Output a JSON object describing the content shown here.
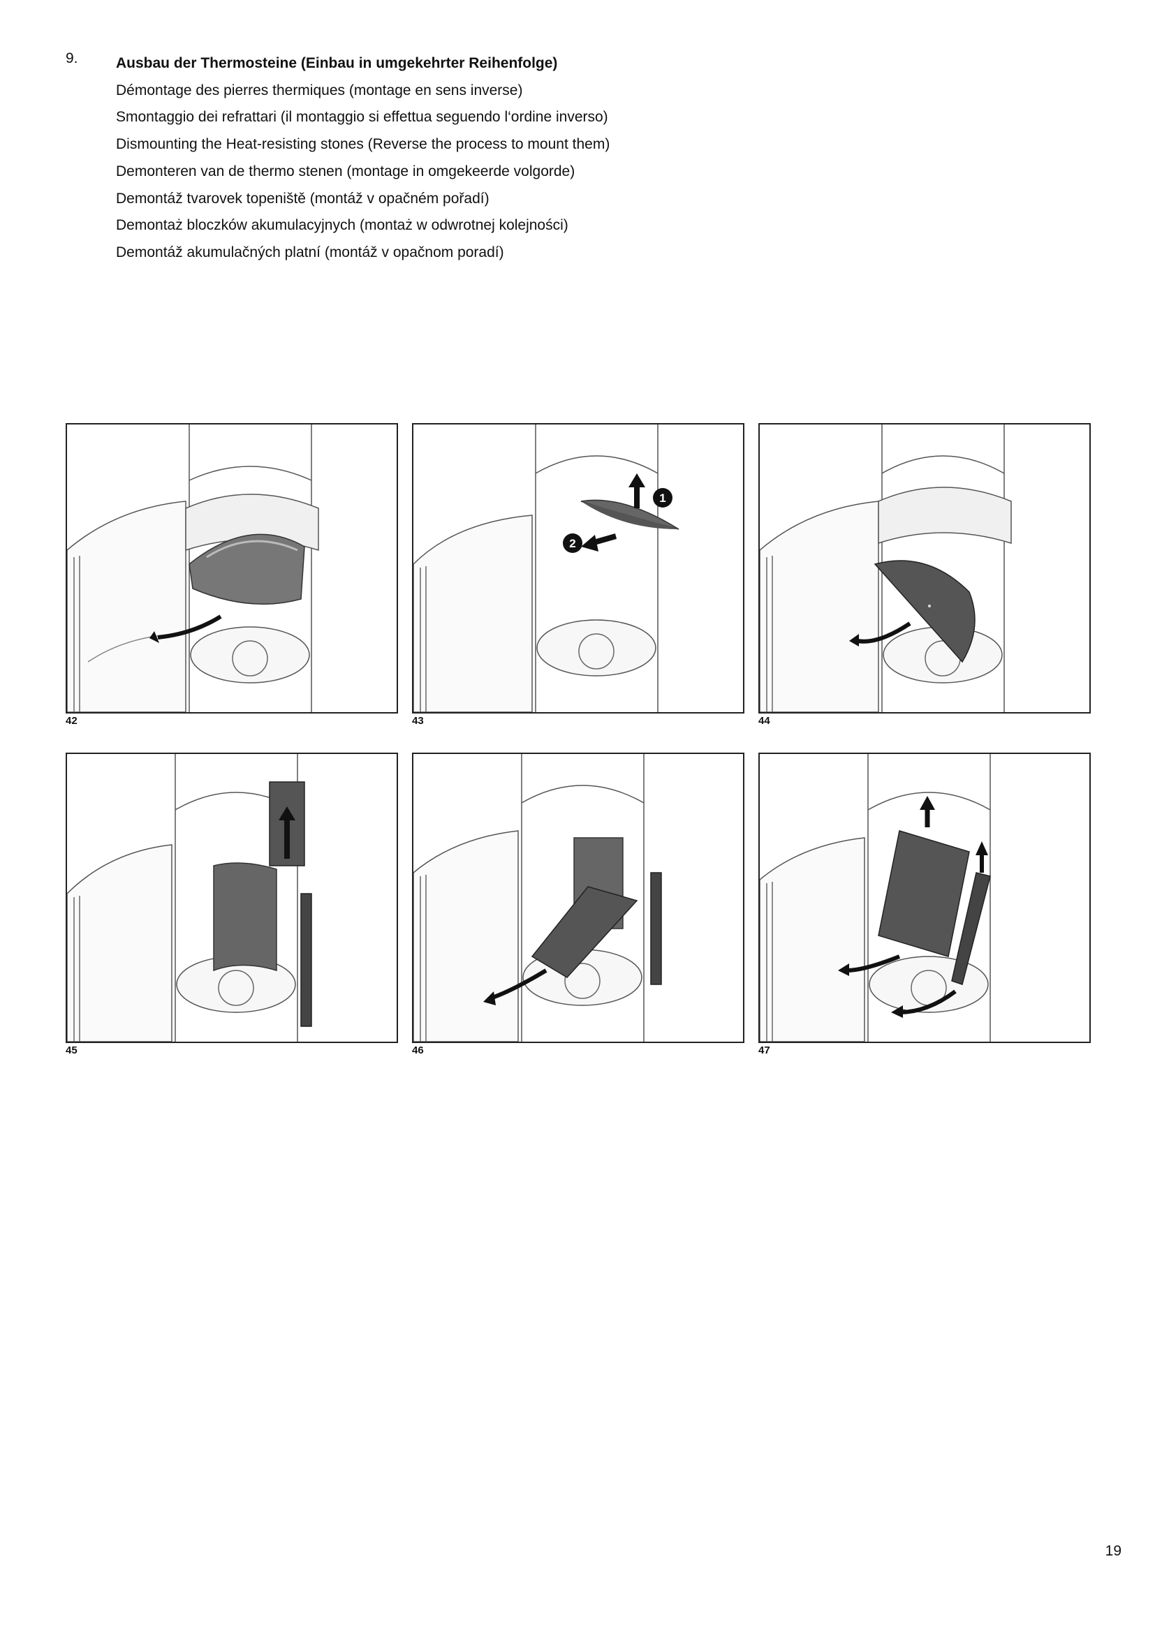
{
  "section": {
    "number": "9.",
    "lines": [
      "Ausbau der Thermosteine (Einbau in umgekehrter Reihenfolge)",
      "Démontage des pierres thermiques (montage en sens inverse)",
      "Smontaggio dei refrattari (il montaggio si effettua seguendo l‘ordine inverso)",
      "Dismounting the Heat-resisting stones (Reverse the process to mount them)",
      "Demonteren van de thermo stenen (montage in omgekeerde volgorde)",
      "Demontáž tvarovek topeniště (montáž v opačném pořadí)",
      "Demontaż bloczków akumulacyjnych (montaż w odwrotnej kolejności)",
      "Demontáž akumulačných platní (montáž v opačnom poradí)"
    ]
  },
  "figures": [
    {
      "caption": "42"
    },
    {
      "caption": "43",
      "markers": [
        "1",
        "2"
      ]
    },
    {
      "caption": "44"
    },
    {
      "caption": "45"
    },
    {
      "caption": "46"
    },
    {
      "caption": "47"
    }
  ],
  "page_number": "19"
}
